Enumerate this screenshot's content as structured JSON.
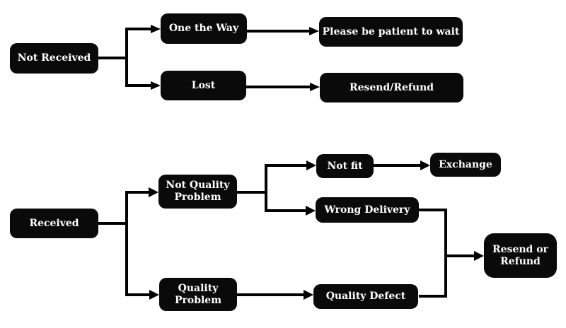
{
  "diagram": {
    "colors": {
      "node_background": "#0a0a0a",
      "node_text": "#ffffff",
      "connector": "#000000",
      "page_background": "#ffffff"
    },
    "top_flowchart": {
      "nodes": {
        "not_received": "Not Received",
        "one_the_way": "One the Way",
        "lost": "Lost",
        "please_wait": "Please be patient to wait",
        "resend_refund": "Resend/Refund"
      },
      "edges": [
        {
          "from": "Not Received",
          "to": "One the Way"
        },
        {
          "from": "Not Received",
          "to": "Lost"
        },
        {
          "from": "One the Way",
          "to": "Please be patient to wait"
        },
        {
          "from": "Lost",
          "to": "Resend/Refund"
        }
      ]
    },
    "bottom_flowchart": {
      "nodes": {
        "received": "Received",
        "not_quality_problem": "Not Quality\nProblem",
        "quality_problem": "Quality\nProblem",
        "not_fit": "Not fit",
        "wrong_delivery": "Wrong Delivery",
        "exchange": "Exchange",
        "quality_defect": "Quality Defect",
        "resend_or_refund": "Resend or\nRefund"
      },
      "edges": [
        {
          "from": "Received",
          "to": "Not Quality Problem"
        },
        {
          "from": "Received",
          "to": "Quality Problem"
        },
        {
          "from": "Not Quality Problem",
          "to": "Not fit"
        },
        {
          "from": "Not Quality Problem",
          "to": "Wrong Delivery"
        },
        {
          "from": "Not fit",
          "to": "Exchange"
        },
        {
          "from": "Quality Problem",
          "to": "Quality Defect"
        },
        {
          "from": "Wrong Delivery",
          "to": "Resend or Refund"
        },
        {
          "from": "Quality Defect",
          "to": "Resend or Refund"
        }
      ]
    }
  }
}
